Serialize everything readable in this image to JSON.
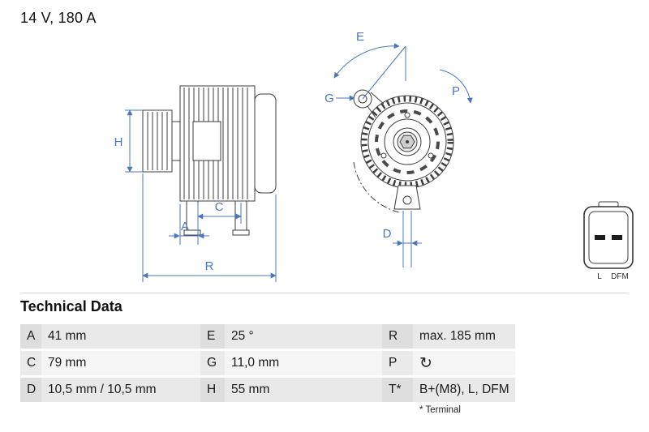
{
  "header": {
    "rating": "14 V, 180 A"
  },
  "colors": {
    "dimension_blue": "#4a77bb"
  },
  "drawing": {
    "labels": {
      "H": "H",
      "A": "A",
      "C": "C",
      "R": "R",
      "E": "E",
      "G": "G",
      "P": "P",
      "D": "D"
    }
  },
  "connector": {
    "left_label": "L",
    "right_label": "DFM"
  },
  "table": {
    "title": "Technical Data",
    "rows": [
      {
        "cells": [
          {
            "key": "A",
            "value": "41 mm"
          },
          {
            "key": "E",
            "value": "25 °"
          },
          {
            "key": "R",
            "value": "max. 185 mm"
          }
        ]
      },
      {
        "cells": [
          {
            "key": "C",
            "value": "79 mm"
          },
          {
            "key": "G",
            "value": "11,0 mm"
          },
          {
            "key": "P",
            "value": "↻"
          }
        ]
      },
      {
        "cells": [
          {
            "key": "D",
            "value": "10,5 mm / 10,5 mm"
          },
          {
            "key": "H",
            "value": "55 mm"
          },
          {
            "key": "T*",
            "value": "B+(M8), L, DFM"
          }
        ]
      }
    ],
    "footnote": "* Terminal"
  }
}
